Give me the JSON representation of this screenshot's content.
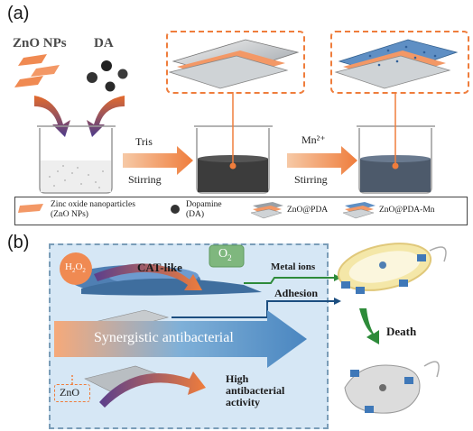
{
  "panel_a": {
    "label": "(a)",
    "zno_label": "ZnO NPs",
    "da_label": "DA",
    "step1_top": "Tris",
    "step1_bottom": "Stirring",
    "step2_top": "Mn²⁺",
    "step2_bottom": "Stirring"
  },
  "legend": {
    "zno_line1": "Zinc oxide nanoparticles",
    "zno_line2": "(ZnO NPs)",
    "da_line1": "Dopamine",
    "da_line2": "(DA)",
    "znopda": "ZnO@PDA",
    "znopdamn": "ZnO@PDA-Mn"
  },
  "panel_b": {
    "label": "(b)",
    "h2o2_main": "H",
    "h2o2_sub1": "2",
    "h2o2_o": "O",
    "h2o2_sub2": "2",
    "cat_like": "CAT-like",
    "o2_main": "O",
    "o2_sub": "2",
    "metal_ions": "Metal ions",
    "adhesion": "Adhesion",
    "synergistic": "Synergistic antibacterial",
    "zno": "ZnO",
    "high_line1": "High",
    "high_line2": "antibacterial",
    "high_line3": "activity",
    "death": "Death"
  },
  "colors": {
    "orange": "#ef7d3c",
    "blue_box": "#d6e7f5",
    "dash_blue": "#7a9db8",
    "o2_green": "#7fb77e",
    "purple": "#5b3f8c",
    "green_arrow": "#2e8b3a"
  }
}
